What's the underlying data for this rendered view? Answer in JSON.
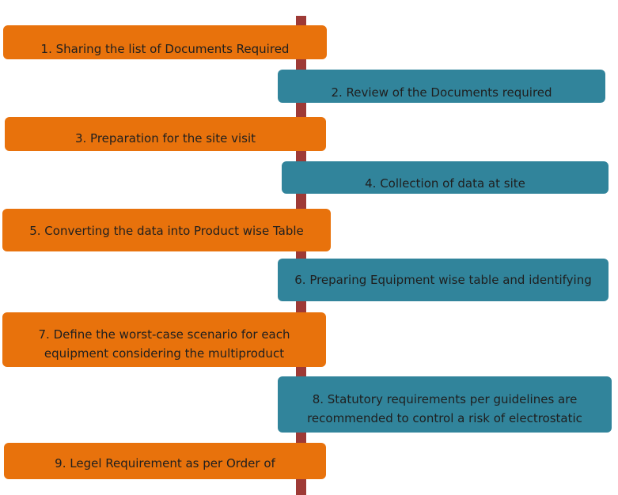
{
  "diagram": {
    "colors": {
      "spine": "#9e3a36",
      "left_steps": "#e8720c",
      "right_steps": "#31849b",
      "text": "#1f1f1f"
    },
    "steps": [
      {
        "label": "1. Sharing the list of Documents Required"
      },
      {
        "label": "2. Review of the Documents required"
      },
      {
        "label": "3. Preparation for the site visit"
      },
      {
        "label": "4. Collection of data at site"
      },
      {
        "label": "5. Converting the data into Product wise Table"
      },
      {
        "label": "6. Preparing Equipment wise table and identifying"
      },
      {
        "label": "7. Define the worst-case scenario for each equipment considering the multiproduct"
      },
      {
        "label": "8. Statutory requirements per guidelines are recommended to control a risk of electrostatic"
      },
      {
        "label": "9. Legel Requirement as per Order of"
      }
    ]
  }
}
